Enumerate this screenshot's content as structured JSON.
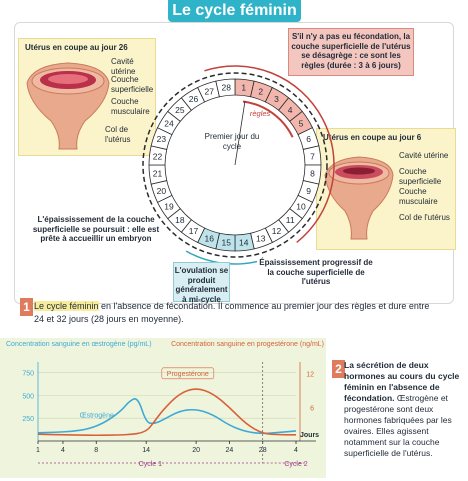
{
  "title": "Le cycle féminin",
  "top_left_box": {
    "title": "Utérus en coupe au jour 26",
    "labels": [
      "Cavité utérine",
      "Couche superficielle",
      "Couche musculaire",
      "Col de l'utérus"
    ]
  },
  "top_right_box": {
    "title": "Utérus en coupe au jour 6",
    "labels": [
      "Cavité utérine",
      "Couche superficielle",
      "Couche musculaire",
      "Col de l'utérus"
    ]
  },
  "rules_note": "S'il n'y a pas eu fécondation, la couche superficielle de l'utérus se désagrège : ce sont les règles (durée : 3 à 6 jours)",
  "regles_label": "règles",
  "center_label": "Premier jour du cycle",
  "left_note": "L'épaississement de la couche superficielle se poursuit : elle est prête à accueillir un embryon",
  "ovulation_note": "L'ovulation se produit généralement à mi-cycle",
  "bottom_right_note": "Épaississement progressif de la couche superficielle de l'utérus",
  "days": [
    "1",
    "2",
    "3",
    "4",
    "5",
    "6",
    "7",
    "8",
    "9",
    "10",
    "11",
    "12",
    "13",
    "14",
    "15",
    "16",
    "17",
    "18",
    "19",
    "20",
    "21",
    "22",
    "23",
    "24",
    "25",
    "26",
    "27",
    "28"
  ],
  "section1": {
    "number": "1",
    "highlight": "Le cycle féminin",
    "text": " en l'absence de fécondation. Il commence au premier jour des règles et dure entre 24 et 32 jours (28 jours en moyenne)."
  },
  "section2": {
    "number": "2",
    "bold_text": "La sécrétion de deux hormones au cours du cycle féminin en l'absence de fécondation.",
    "text": " Œstrogène et progestérone sont deux hormones fabriquées par les ovaires. Elles agissent notamment sur la couche superficielle de l'utérus."
  },
  "chart_data": {
    "type": "line",
    "left_axis_label": "Concentration sanguine en œstrogène (pg/mL)",
    "right_axis_label": "Concentration sanguine en progestérone (ng/mL)",
    "left_ticks": [
      250,
      500,
      750
    ],
    "right_ticks": [
      6,
      12
    ],
    "x_ticks": [
      "1",
      "4",
      "8",
      "14",
      "20",
      "24",
      "28",
      "4"
    ],
    "x_unit": "Jours",
    "cycle_labels": [
      "Cycle 1",
      "Cycle 2"
    ],
    "ylim_left": [
      0,
      800
    ],
    "ylim_right": [
      0,
      13
    ],
    "series": [
      {
        "name": "Œstrogène",
        "color": "#3fa9d6",
        "x": [
          1,
          3,
          5,
          7,
          9,
          11,
          12,
          13,
          14,
          15,
          16,
          18,
          20,
          22,
          24,
          26,
          28,
          30,
          32
        ],
        "y": [
          90,
          95,
          105,
          130,
          200,
          330,
          440,
          480,
          200,
          190,
          230,
          330,
          350,
          290,
          170,
          100,
          80,
          95,
          110
        ]
      },
      {
        "name": "Progestérone",
        "color": "#d9603a",
        "x": [
          1,
          4,
          8,
          12,
          14,
          15,
          16,
          18,
          20,
          22,
          24,
          26,
          28,
          30,
          32
        ],
        "y": [
          1.2,
          1.1,
          1.0,
          1.1,
          1.6,
          3.5,
          5.5,
          8.5,
          9.5,
          8.5,
          6.0,
          3.0,
          1.3,
          1.1,
          1.1
        ]
      }
    ]
  }
}
